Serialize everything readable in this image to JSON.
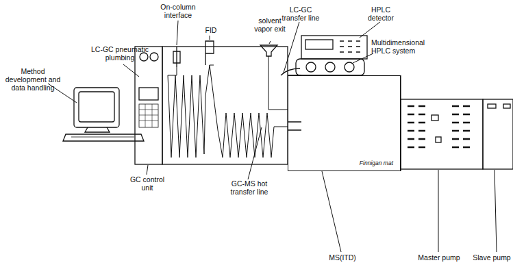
{
  "diagram": {
    "nodes": [
      {
        "text": [
          "Finnigan mat"
        ]
      }
    ],
    "labels": [
      "On-column interface",
      "LC-GC transfer line",
      "HPLC detector",
      "LC-GC pneumatic plumbing",
      "FID",
      "solvent vapor exit",
      "Multidimensional HPLC system",
      "Method development and data handling",
      "GC control unit",
      "GC-MS hot transfer line",
      "MS(ITD)",
      "Master pump",
      "Slave pump"
    ]
  }
}
